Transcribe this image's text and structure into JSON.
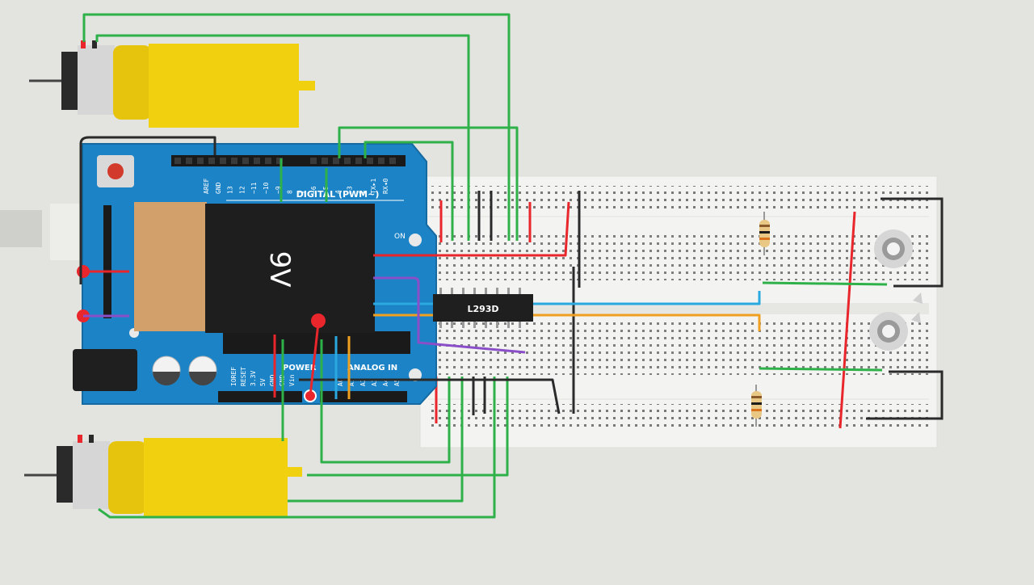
{
  "battery": {
    "label": "9V"
  },
  "driver": {
    "label": "L293D"
  },
  "arduino": {
    "digital_header": "DIGITAL (PWM~)",
    "power_header": "POWER",
    "analog_header": "ANALOG IN",
    "on_label": "ON",
    "digital_pins": [
      "AREF",
      "GND",
      "13",
      "12",
      "~11",
      "~10",
      "~9",
      "8",
      "7",
      "~6",
      "~5",
      "4",
      "~3",
      "2",
      "TX▸1",
      "RX◂0"
    ],
    "power_pins": [
      "IOREF",
      "RESET",
      "3.3V",
      "5V",
      "GND",
      "GND",
      "Vin"
    ],
    "analog_pins": [
      "A0",
      "A1",
      "A2",
      "A3",
      "A4",
      "A5"
    ]
  },
  "colors": {
    "background": "#e3e3df",
    "arduino_board": "#1c84c6",
    "motor_yellow": "#f1d10f",
    "battery_body": "#1e1e1e",
    "battery_terminal": "#d2a06a",
    "breadboard": "#f0f0ee",
    "wire_green": "#2fb14a",
    "wire_red": "#e8262b",
    "wire_blue": "#2aa8e0",
    "wire_orange": "#f0a020",
    "wire_purple": "#8a4fc8",
    "wire_black": "#2a2a2a"
  }
}
